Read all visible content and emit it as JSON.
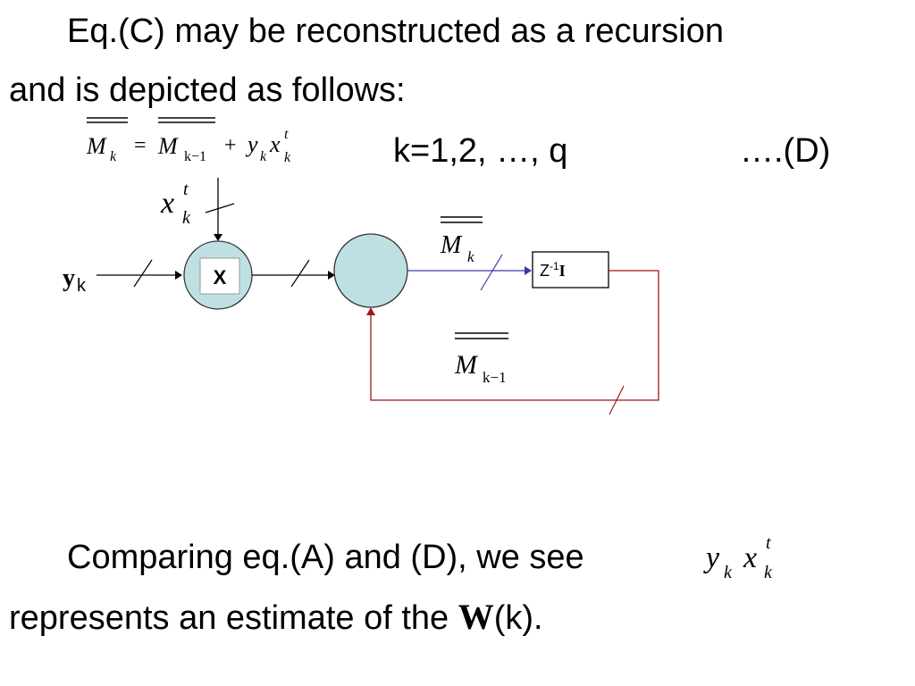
{
  "paragraph_1": {
    "line_1": "Eq.(C) may be reconstructed as a recursion",
    "line_2": "and is depicted as follows:"
  },
  "equation": {
    "lhs_symbol": "M",
    "lhs_subscript": "k",
    "equals": "=",
    "rhs_symbol": "M",
    "rhs_subscript": "k−1",
    "plus": "+",
    "y_symbol": "y",
    "y_subscript": "k",
    "x_symbol": "x",
    "x_subscript": "k",
    "x_superscript": "t",
    "range": "k=1,2, …, q",
    "label": "….(D)"
  },
  "diagram": {
    "input_y_symbol": "y",
    "input_y_subscript": "k",
    "input_x_symbol": "x",
    "input_x_subscript": "k",
    "input_x_superscript": "t",
    "multiplier_label": "X",
    "delay_prefix": "Z",
    "delay_exponent": "-1",
    "delay_matrix": "I",
    "output_symbol": "M",
    "output_subscript": "k",
    "feedback_symbol": "M",
    "feedback_subscript": "k−1",
    "colors": {
      "node_fill": "#bfe0e3",
      "forward_line": "#3b3ba8",
      "feedback_line": "#a01818"
    }
  },
  "paragraph_2": {
    "line_1": "Comparing eq.(A) and (D), we see",
    "math_y": "y",
    "math_y_subscript": "k",
    "math_x": "x",
    "math_x_subscript": "k",
    "math_x_superscript": "t",
    "line_2_prefix": "represents an estimate of the ",
    "line_2_bold": "W",
    "line_2_suffix": "(k)."
  }
}
